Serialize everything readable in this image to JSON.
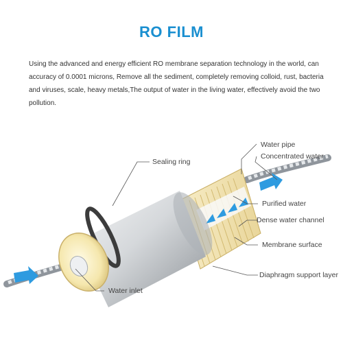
{
  "title": "RO FILM",
  "description": "Using the advanced and energy efficient RO membrane separation technology in the world, can accuracy of 0.0001 microns, Remove all the sediment, completely removing colloid, rust, bacteria and viruses, scale, heavy metals,The output of water in the living water, effectively avoid the two pollution.",
  "labels": {
    "water_pipe": "Water pipe",
    "concentrated_water": "Concentrated water",
    "sealing_ring": "Sealing ring",
    "purified_water": "Purified water",
    "dense_water_channel": "Dense water channel",
    "membrane_surface": "Membrane surface",
    "diaphragm_support_layer": "Diaphragm support layer",
    "water_inlet": "Water inlet"
  },
  "colors": {
    "title": "#1a8fd0",
    "arrow_blue": "#2e9be0",
    "membrane_yellow": "#f4e6b4",
    "housing_grey": "#c9ccd0",
    "sealing_ring": "#3c3c3c"
  }
}
